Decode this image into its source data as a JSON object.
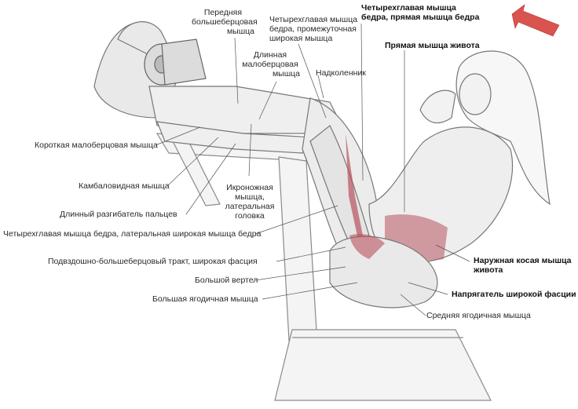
{
  "labels": {
    "tibialis_anterior": [
      "Передняя",
      "большеберцовая",
      "мышца"
    ],
    "peroneus_longus": [
      "Длинная",
      "малоберцовая",
      "мышца"
    ],
    "quad_vastus_intermedius": [
      "Четырехглавая мышца",
      "бедра, промежуточная",
      "широкая мышца"
    ],
    "patella": "Надколенник",
    "quad_rectus_femoris": [
      "Четырехглавая мышца",
      "бедра, прямая мышца бедра"
    ],
    "rectus_abdominis": "Прямая мышца живота",
    "peroneus_brevis": "Короткая малоберцовая мышца",
    "soleus": "Камбаловидная мышца",
    "gastrocnemius_lateral": [
      "Икроножная",
      "мышца,",
      "латеральная",
      "головка"
    ],
    "extensor_digitorum_longus": "Длинный разгибатель пальцев",
    "quad_vastus_lateralis": "Четырехглавая мышца бедра, латеральная широкая мышца бедра",
    "iliotibial_tract": "Подвздошно-большеберцовый тракт, широкая фасция",
    "greater_trochanter": "Большой вертел",
    "gluteus_maximus": "Большая ягодичная мышца",
    "external_oblique": [
      "Наружная косая мышца",
      "живота"
    ],
    "tensor_fasciae_latae": "Напрягатель широкой фасции",
    "gluteus_medius": "Средняя ягодичная мышца"
  },
  "colors": {
    "muscle_highlight": "#b8535e",
    "arrow": "#d9534f",
    "leader_line": "#555555",
    "sketch": "#8a8a8a"
  }
}
